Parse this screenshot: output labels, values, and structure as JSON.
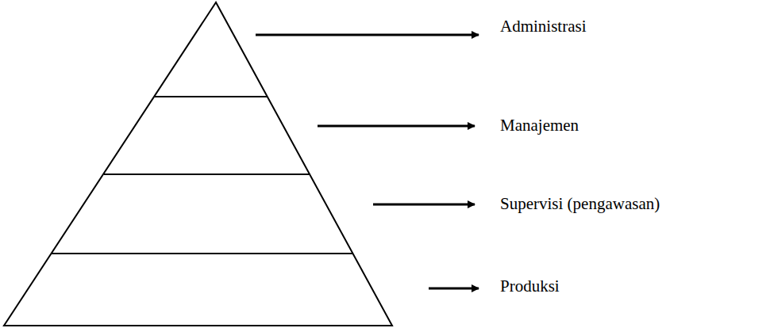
{
  "diagram": {
    "labels": [
      "Administrasi",
      "Manajemen",
      "Supervisi (pengawasan)",
      "Produksi"
    ]
  }
}
